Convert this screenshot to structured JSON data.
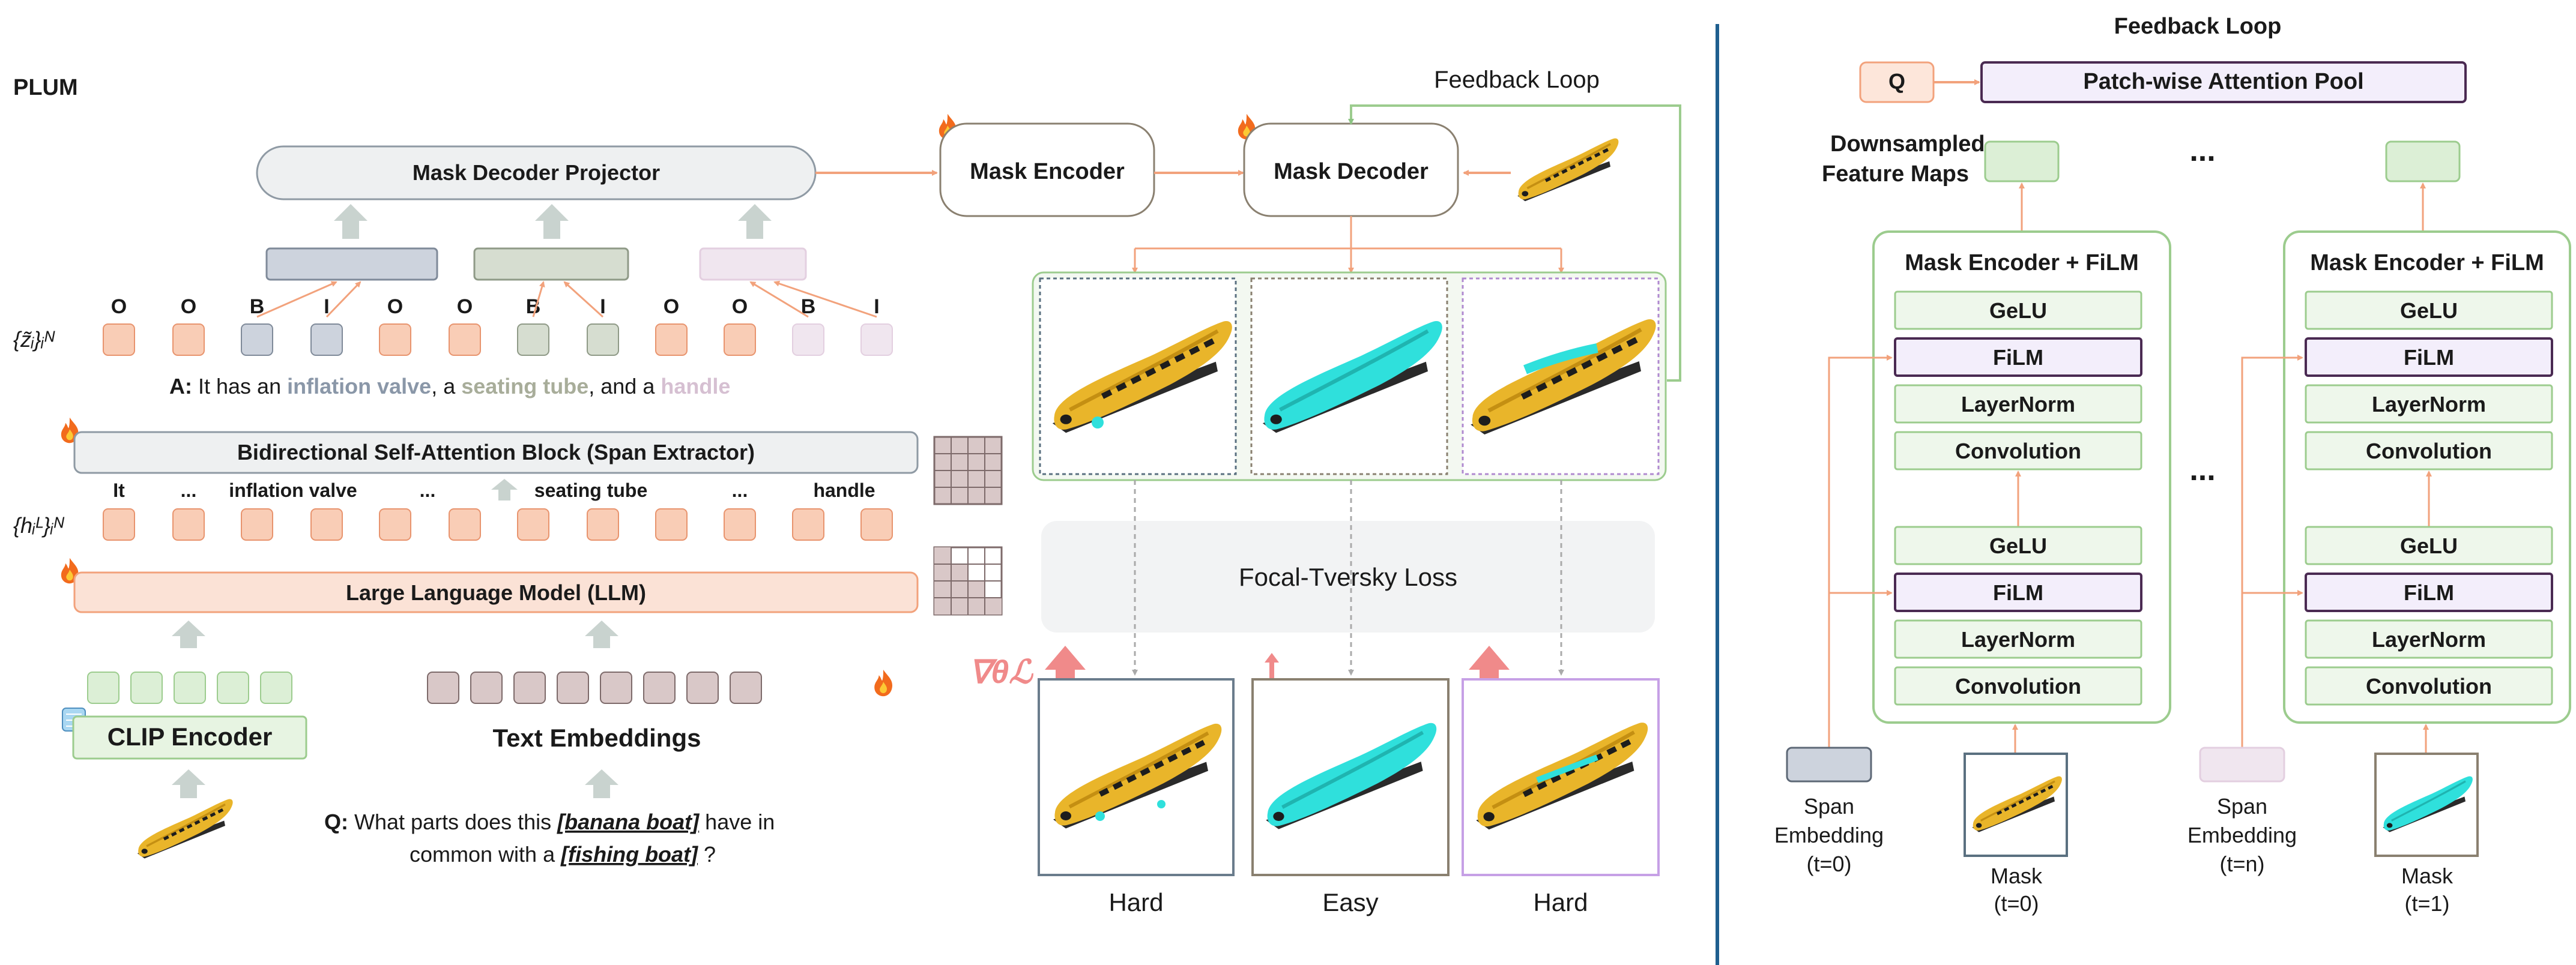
{
  "left": {
    "panel_title": "PLUM",
    "mask_decoder_projector": "Mask Decoder Projector",
    "z_label": "{z̃ᵢ}ᵢᴺ",
    "h_label": "{hᵢᴸ}ᵢᴺ",
    "bio_tags": [
      "O",
      "O",
      "B",
      "I",
      "O",
      "O",
      "B",
      "I",
      "O",
      "O",
      "B",
      "I"
    ],
    "answer": {
      "prefix": "A:",
      "t1": " It has an ",
      "span1": "inflation valve",
      "t2": ", a ",
      "span2": "seating tube",
      "t3": ", and a ",
      "span3": "handle"
    },
    "span_extractor": "Bidirectional Self-Attention Block (Span Extractor)",
    "token_words": [
      "It",
      "...",
      "inflation valve",
      "...",
      "seating tube",
      "...",
      "handle"
    ],
    "llm": "Large Language Model (LLM)",
    "clip_encoder": "CLIP Encoder",
    "text_embeddings": "Text Embeddings",
    "question": {
      "prefix": "Q:",
      "t1": " What parts does this ",
      "b1": "[banana boat]",
      "t2": " have in",
      "t3": "common with a ",
      "b2": "[fishing boat]",
      "t4": " ?"
    }
  },
  "middle": {
    "feedback_loop": "Feedback Loop",
    "mask_encoder": "Mask Encoder",
    "mask_decoder": "Mask Decoder",
    "loss": "Focal-Tversky Loss",
    "grad_label": "∇θℒ",
    "difficulty": [
      "Hard",
      "Easy",
      "Hard"
    ]
  },
  "right": {
    "feedback_loop": "Feedback Loop",
    "q": "Q",
    "attention_pool": "Patch-wise Attention Pool",
    "downsampled": [
      "Downsampled",
      "Feature Maps"
    ],
    "ellipsis": "...",
    "block_title": "Mask Encoder + FiLM",
    "layers": [
      "GeLU",
      "FiLM",
      "LayerNorm",
      "Convolution",
      "GeLU",
      "FiLM",
      "LayerNorm",
      "Convolution"
    ],
    "span_embedding": [
      "Span",
      "Embedding"
    ],
    "span_t0": "(t=0)",
    "span_tn": "(t=n)",
    "mask": "Mask",
    "mask_t0": "(t=0)",
    "mask_t1": "(t=1)"
  },
  "colors": {
    "peach": "#f9cdb6",
    "peach_stroke": "#e8946e",
    "gray_blue": "#cdd3dd",
    "sage": "#d6ddd0",
    "lavender": "#f0e6ef",
    "light_green": "#dcefd6",
    "green_stroke": "#9ccc8e",
    "film_fill": "#f3eefb",
    "film_stroke": "#4a2a52",
    "divider": "#1f5f8f",
    "cyan": "#2fe0dc",
    "boat_yellow": "#e9b52a",
    "loss_red": "#f08a8a"
  },
  "icons": [
    "fire-icon",
    "ice-cube-icon",
    "banana-boat-image",
    "attention-grid-icon",
    "causal-grid-icon"
  ]
}
